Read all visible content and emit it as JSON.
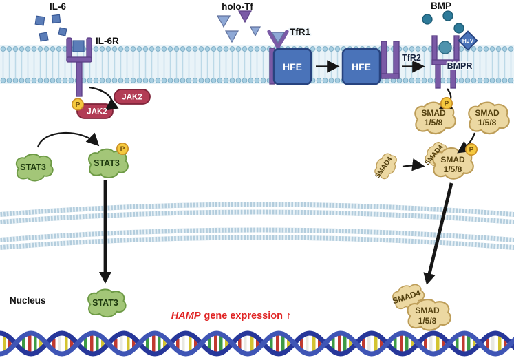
{
  "figure": {
    "type": "signaling-pathway-diagram",
    "ligands": {
      "il6": "IL-6",
      "holo_tf": "holo-Tf",
      "bmp": "BMP"
    },
    "receptors": {
      "il6r": "IL-6R",
      "tfr1": "TfR1",
      "hfe": "HFE",
      "tfr2": "TfR2",
      "bmpr": "BMPR",
      "hjv": "HJV"
    },
    "proteins": {
      "jak2": "JAK2",
      "stat3": "STAT3",
      "smad": "SMAD",
      "smad_fraction": "1/5/8",
      "smad4": "SMAD4",
      "phosphate": "P"
    },
    "nucleus_label": "Nucleus",
    "caption": {
      "gene": "HAMP",
      "text": "gene expression",
      "arrow": "↑"
    },
    "colors": {
      "membrane_lipid": "#a8cfe2",
      "receptor_purple": "#7a5aa6",
      "il6_blue": "#5b7db8",
      "jak2_red": "#b23c55",
      "stat3_green": "#a3c678",
      "hfe_blue": "#4a73b9",
      "bmp_teal": "#2d7a99",
      "smad_tan": "#ecd8a2",
      "phosphate_yellow": "#f5c93f",
      "caption_red": "#e02424",
      "dna_blue": "#27379a",
      "arrow_black": "#161616"
    }
  }
}
